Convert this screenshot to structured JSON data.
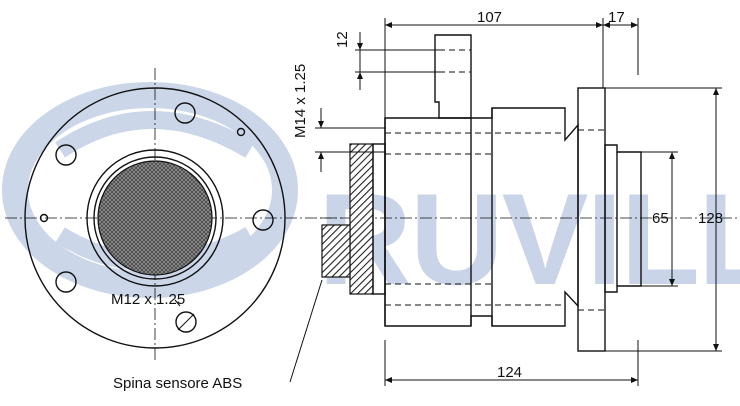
{
  "brand": {
    "watermark": "RUVILLE",
    "color": "#c9d4e8"
  },
  "dimensions": {
    "d107": "107",
    "d17": "17",
    "d12": "12",
    "d124": "124",
    "d65": "65",
    "d128": "128",
    "thread_bolt": "M14 x 1.25",
    "thread_hub": "M12 x 1.25"
  },
  "labels": {
    "abs_sensor": "Spina sensore ABS"
  }
}
